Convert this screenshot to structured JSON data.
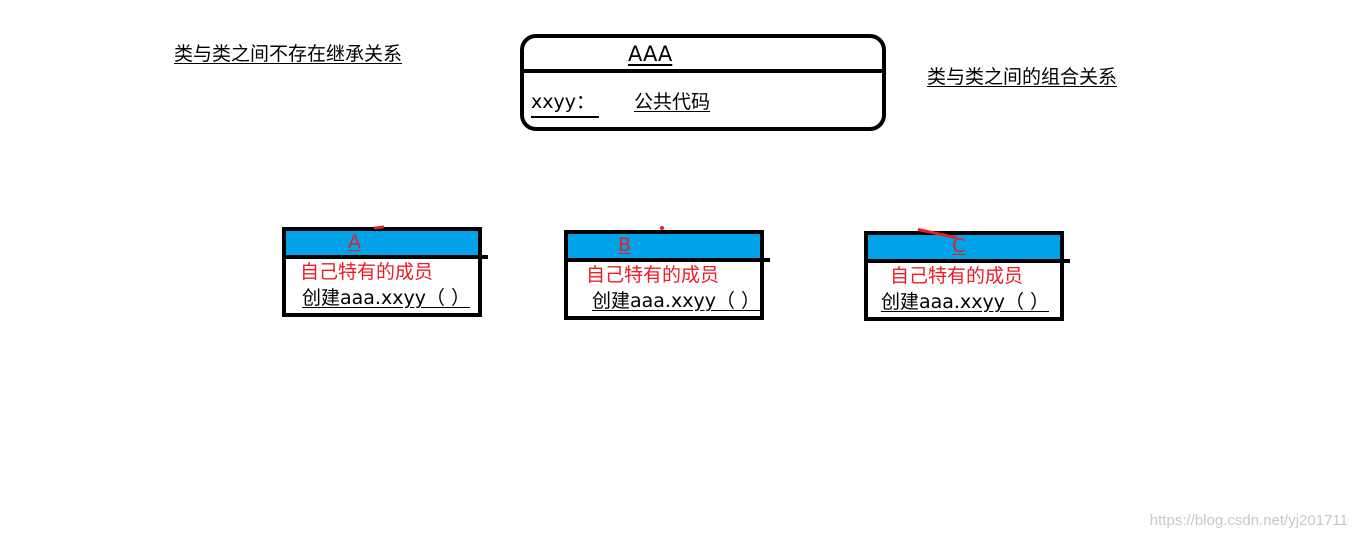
{
  "notes": {
    "left": "类与类之间不存在继承关系",
    "right": "类与类之间的组合关系"
  },
  "base_class": {
    "name": "AAA",
    "member_label": "xxyy：",
    "member_value": "公共代码"
  },
  "sub_classes": [
    {
      "name": "A",
      "own_members": "自己特有的成员",
      "call": "创建aaa.xxyy（  ）"
    },
    {
      "name": "B",
      "own_members": "自己特有的成员",
      "call": "创建aaa.xxyy（  ）"
    },
    {
      "name": "C",
      "own_members": "自己特有的成员",
      "call": "创建aaa.xxyy（  ）"
    }
  ],
  "colors": {
    "header_fill": "#00a2e8",
    "accent_text": "#ed1c24",
    "stroke": "#000000"
  },
  "watermark": "https://blog.csdn.net/yj201711"
}
